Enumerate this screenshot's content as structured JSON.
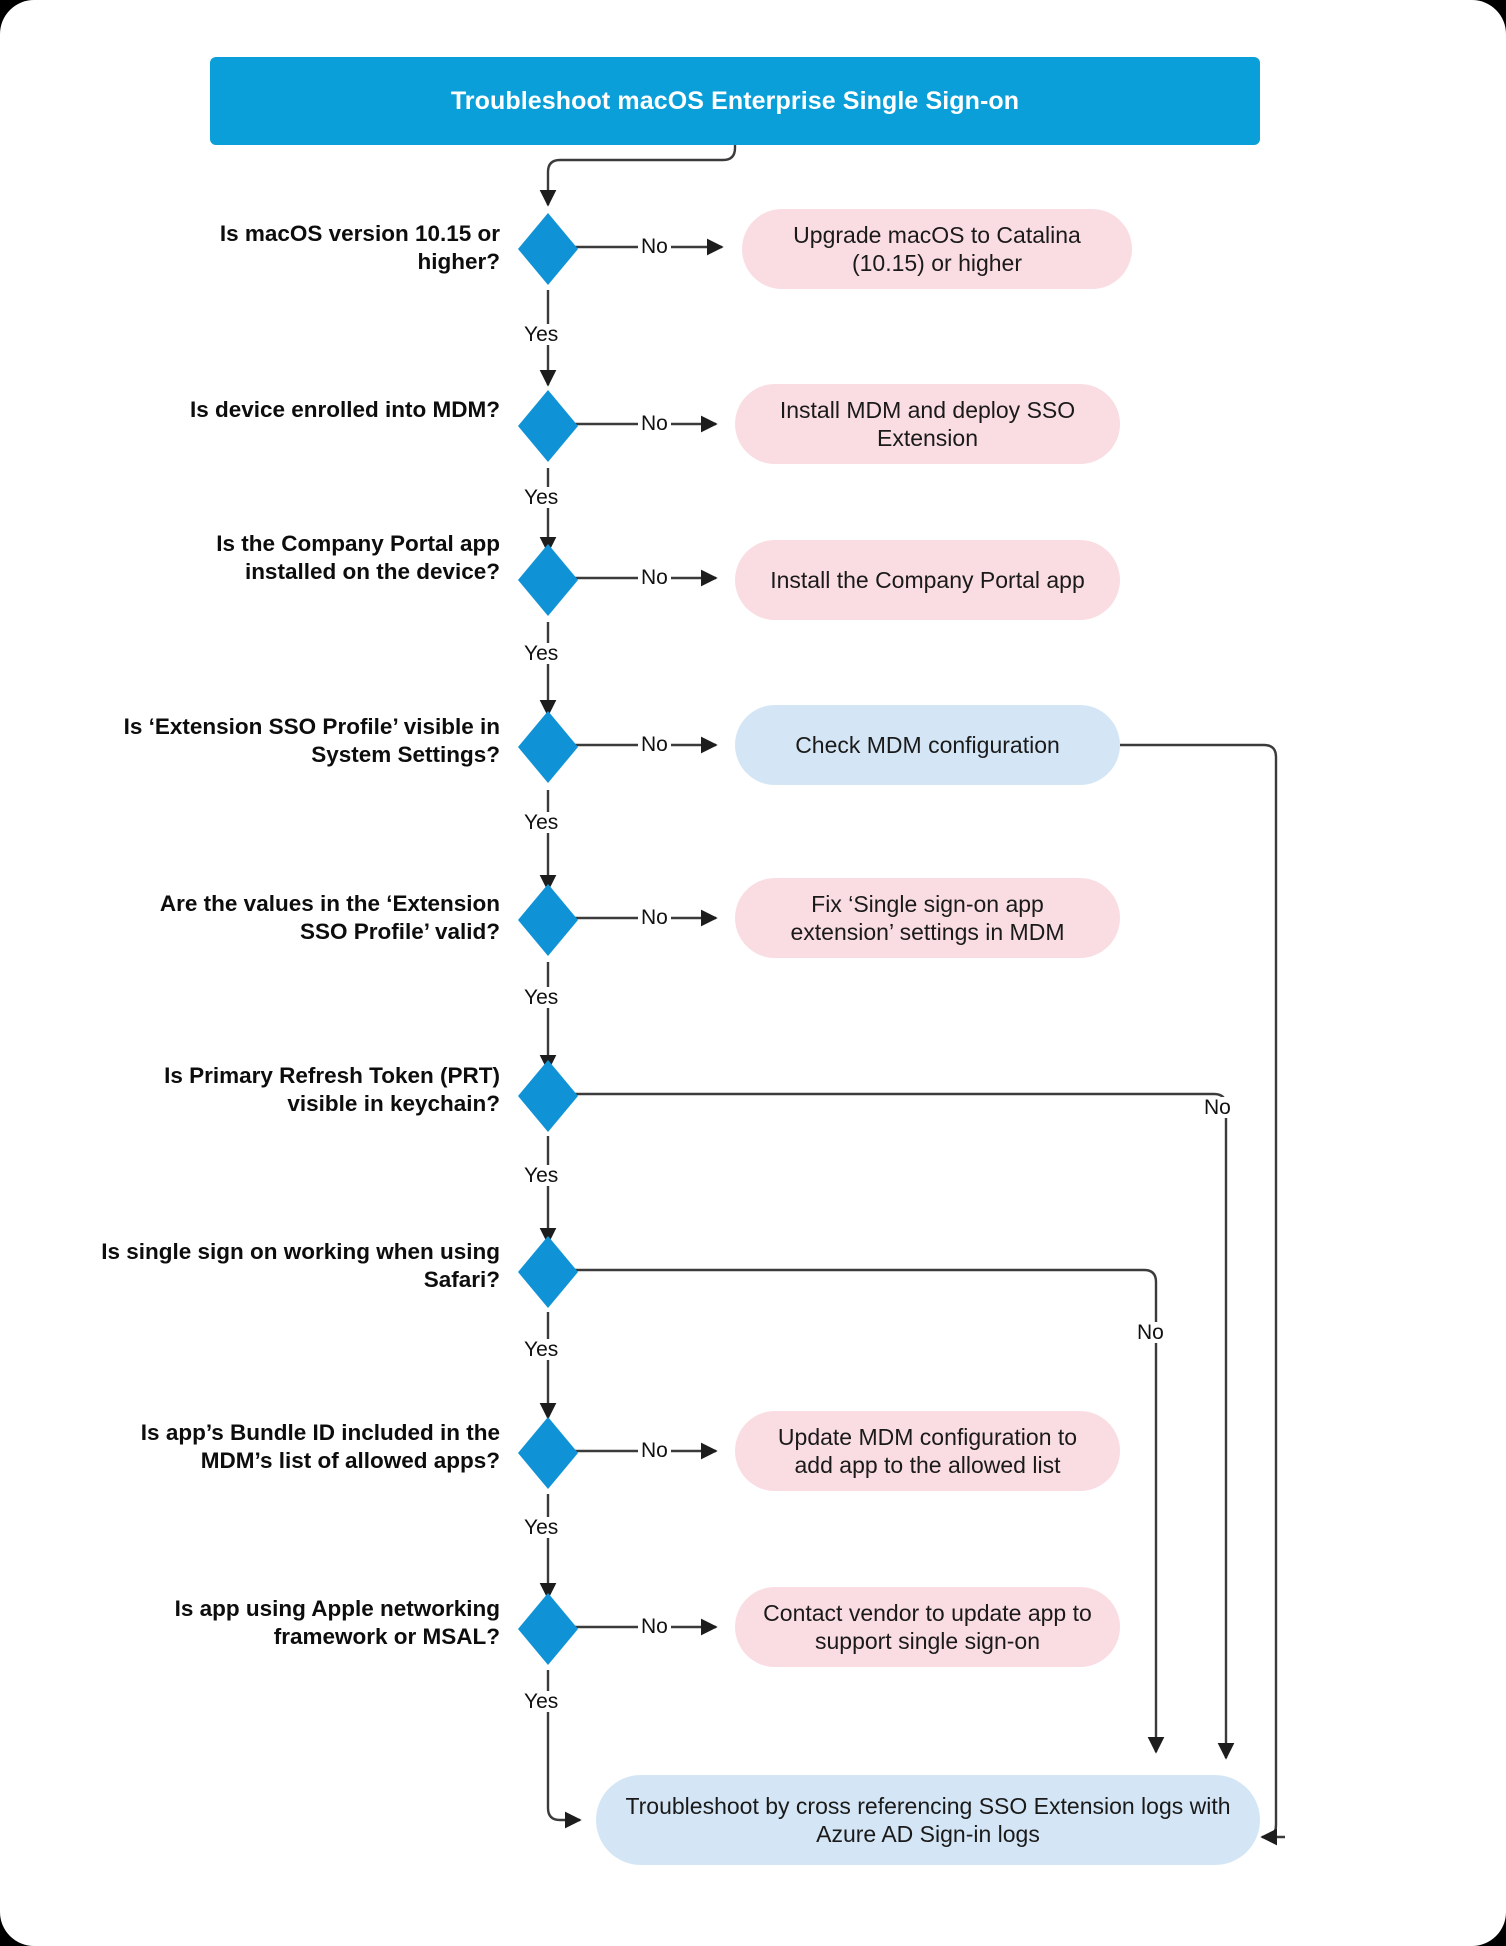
{
  "diagram": {
    "title": "Troubleshoot macOS Enterprise Single Sign-on",
    "yes_label": "Yes",
    "no_label": "No",
    "colors": {
      "title_fill": "#0a9fd8",
      "decision_fill": "#0f93d6",
      "action_pink": "#fadde3",
      "action_blue": "#d4e6f5",
      "connector": "#3b3b3b",
      "text": "#1a1a1a",
      "page_background": "#000000",
      "canvas_background": "#ffffff"
    },
    "decisions": [
      {
        "id": "macos-version",
        "question": "Is macOS version 10.15 or higher?"
      },
      {
        "id": "mdm-enrollment",
        "question": "Is device enrolled into MDM?"
      },
      {
        "id": "company-portal",
        "question": "Is the Company Portal app installed on the device?"
      },
      {
        "id": "extension-sso-profile-visible",
        "question": "Is ‘Extension SSO Profile’ visible in System Settings?"
      },
      {
        "id": "extension-sso-profile-values",
        "question": "Are the values in the ‘Extension SSO Profile’ valid?"
      },
      {
        "id": "prt-keychain",
        "question": "Is Primary Refresh Token (PRT) visible in keychain?"
      },
      {
        "id": "safari-sso",
        "question": "Is single sign on working when using Safari?"
      },
      {
        "id": "bundle-id-allowed",
        "question": "Is app’s Bundle ID included in the MDM’s list of allowed apps?"
      },
      {
        "id": "apple-networking-msal",
        "question": "Is app using Apple networking framework or MSAL?"
      }
    ],
    "actions": [
      {
        "id": "upgrade-macos",
        "text": "Upgrade macOS to Catalina (10.15) or higher",
        "style": "pink"
      },
      {
        "id": "install-mdm",
        "text": "Install MDM and deploy SSO Extension",
        "style": "pink"
      },
      {
        "id": "install-company-portal",
        "text": "Install the Company Portal app",
        "style": "pink"
      },
      {
        "id": "check-mdm-config",
        "text": "Check MDM configuration",
        "style": "blue"
      },
      {
        "id": "fix-sso-settings",
        "text": "Fix ‘Single sign-on app extension’ settings in MDM",
        "style": "pink"
      },
      {
        "id": "update-mdm-allowed-list",
        "text": "Update MDM configuration to add app to the allowed list",
        "style": "pink"
      },
      {
        "id": "contact-vendor",
        "text": "Contact vendor to update app to support single sign-on",
        "style": "pink"
      },
      {
        "id": "cross-reference-logs",
        "text": "Troubleshoot by cross referencing SSO Extension logs with Azure AD Sign-in logs",
        "style": "blue"
      }
    ],
    "edge_labels": {
      "q1_yes": "Yes",
      "q1_no": "No",
      "q2_yes": "Yes",
      "q2_no": "No",
      "q3_yes": "Yes",
      "q3_no": "No",
      "q4_yes": "Yes",
      "q4_no": "No",
      "q5_yes": "Yes",
      "q5_no": "No",
      "q6_yes": "Yes",
      "q6_no": "No",
      "q7_yes": "Yes",
      "q7_no": "No",
      "q8_yes": "Yes",
      "q8_no": "No",
      "q9_yes": "Yes",
      "q9_no": "No"
    }
  }
}
